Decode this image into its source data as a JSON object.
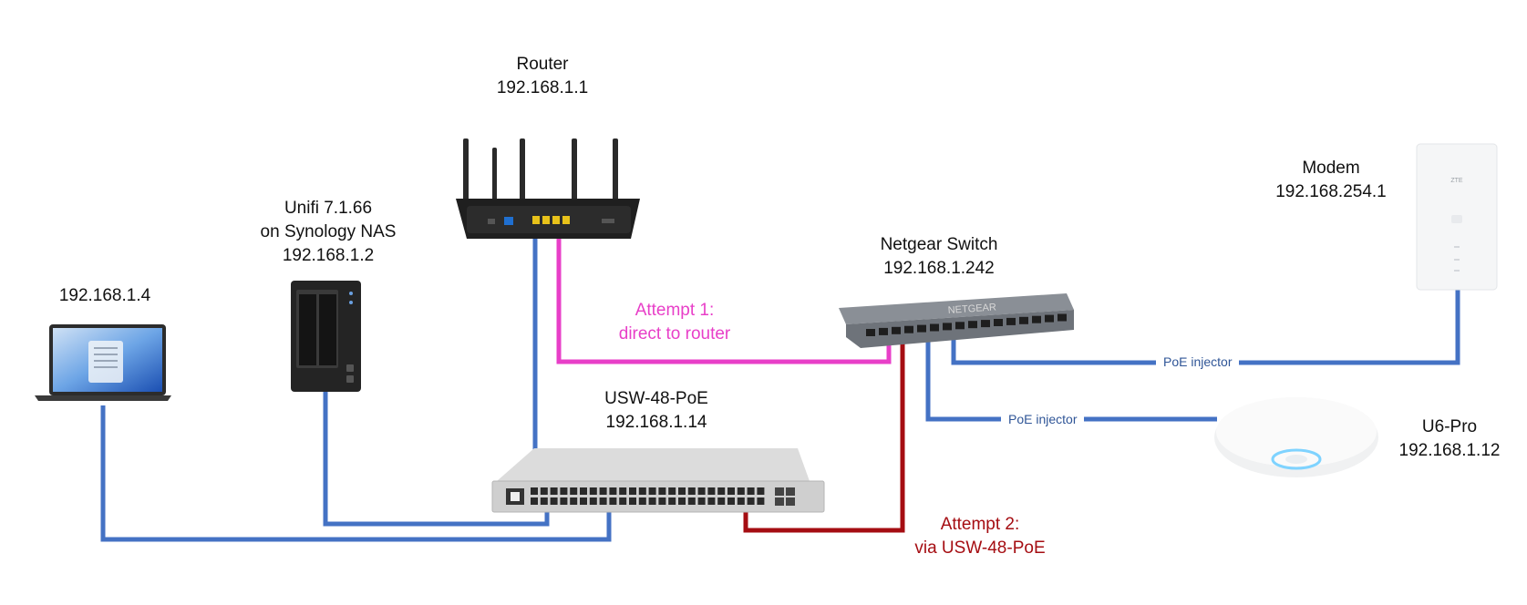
{
  "devices": {
    "router": {
      "name": "Router",
      "ip": "192.168.1.1"
    },
    "nas": {
      "line1": "Unifi 7.1.66",
      "line2": "on Synology NAS",
      "ip": "192.168.1.2"
    },
    "laptop": {
      "ip": "192.168.1.4"
    },
    "usw": {
      "name": "USW-48-PoE",
      "ip": "192.168.1.14"
    },
    "netgear": {
      "name": "Netgear Switch",
      "ip": "192.168.1.242"
    },
    "modem": {
      "name": "Modem",
      "ip": "192.168.254.1"
    },
    "ap": {
      "name": "U6-Pro",
      "ip": "192.168.1.12"
    }
  },
  "attempts": {
    "attempt1": {
      "line1": "Attempt 1:",
      "line2": "direct to router",
      "color": "#e83fc8"
    },
    "attempt2": {
      "line1": "Attempt 2:",
      "line2": "via USW-48-PoE",
      "color": "#a50d12"
    }
  },
  "poe": {
    "top": "PoE injector",
    "bottom": "PoE injector"
  },
  "colors": {
    "link": "#4472c4",
    "poe_text": "#2f5597"
  }
}
